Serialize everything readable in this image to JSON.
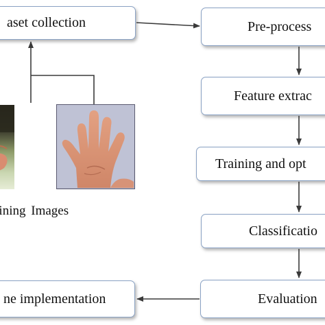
{
  "diagram": {
    "nodes": {
      "dataset_collection": "aset collection",
      "pre_processing": "Pre-process",
      "feature_extraction": "Feature extrac",
      "training": "Training and opt",
      "classification": "Classificatio",
      "evaluation": "Evaluation",
      "realtime_implementation": "ne implementation"
    },
    "images_caption": "aining  Images",
    "arrow_color": "#3a3a3a",
    "box_border_color": "#8aa2c4",
    "edges": [
      {
        "from": "dataset_collection",
        "to": "pre_processing"
      },
      {
        "from": "pre_processing",
        "to": "feature_extraction"
      },
      {
        "from": "feature_extraction",
        "to": "training"
      },
      {
        "from": "training",
        "to": "classification"
      },
      {
        "from": "classification",
        "to": "evaluation"
      },
      {
        "from": "evaluation",
        "to": "realtime_implementation"
      },
      {
        "from": "training_images",
        "to": "dataset_collection"
      }
    ]
  }
}
